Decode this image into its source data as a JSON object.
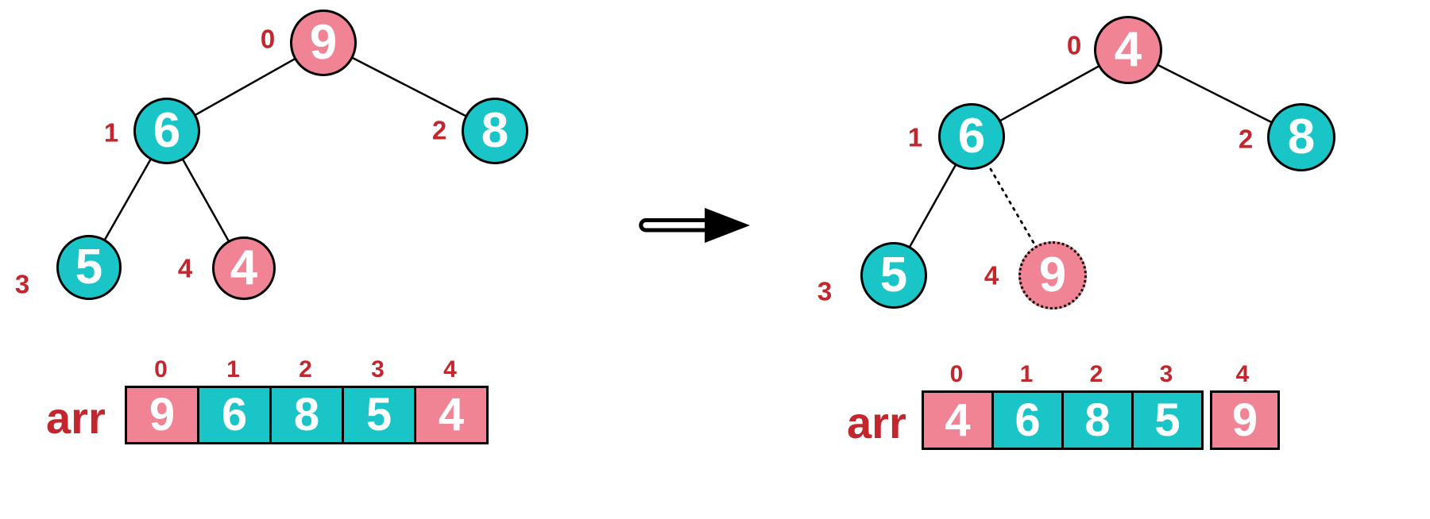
{
  "colors": {
    "pink": "#F08494",
    "teal": "#1AC5C8",
    "index_red": "#C1272D",
    "node_text": "#FFFFFF",
    "line_black": "#000000"
  },
  "arrow_icon": "right-arrow-icon",
  "left_panel": {
    "tree_nodes": [
      {
        "index": "0",
        "value": "9",
        "color": "pink",
        "style": "solid"
      },
      {
        "index": "1",
        "value": "6",
        "color": "teal",
        "style": "solid"
      },
      {
        "index": "2",
        "value": "8",
        "color": "teal",
        "style": "solid"
      },
      {
        "index": "3",
        "value": "5",
        "color": "teal",
        "style": "solid"
      },
      {
        "index": "4",
        "value": "4",
        "color": "pink",
        "style": "solid"
      }
    ],
    "array_label": "arr",
    "array_indices": [
      "0",
      "1",
      "2",
      "3",
      "4"
    ],
    "array_cells": [
      {
        "value": "9",
        "color": "pink",
        "style": "solid"
      },
      {
        "value": "6",
        "color": "teal",
        "style": "solid"
      },
      {
        "value": "8",
        "color": "teal",
        "style": "solid"
      },
      {
        "value": "5",
        "color": "teal",
        "style": "solid"
      },
      {
        "value": "4",
        "color": "pink",
        "style": "solid"
      }
    ]
  },
  "right_panel": {
    "tree_nodes": [
      {
        "index": "0",
        "value": "4",
        "color": "pink",
        "style": "solid"
      },
      {
        "index": "1",
        "value": "6",
        "color": "teal",
        "style": "solid"
      },
      {
        "index": "2",
        "value": "8",
        "color": "teal",
        "style": "solid"
      },
      {
        "index": "3",
        "value": "5",
        "color": "teal",
        "style": "solid"
      },
      {
        "index": "4",
        "value": "9",
        "color": "pink",
        "style": "dotted"
      }
    ],
    "array_label": "arr",
    "array_indices": [
      "0",
      "1",
      "2",
      "3",
      "4"
    ],
    "array_cells": [
      {
        "value": "4",
        "color": "pink",
        "style": "solid"
      },
      {
        "value": "6",
        "color": "teal",
        "style": "solid"
      },
      {
        "value": "8",
        "color": "teal",
        "style": "solid"
      },
      {
        "value": "5",
        "color": "teal",
        "style": "solid"
      },
      {
        "value": "9",
        "color": "pink",
        "style": "dotted"
      }
    ]
  }
}
